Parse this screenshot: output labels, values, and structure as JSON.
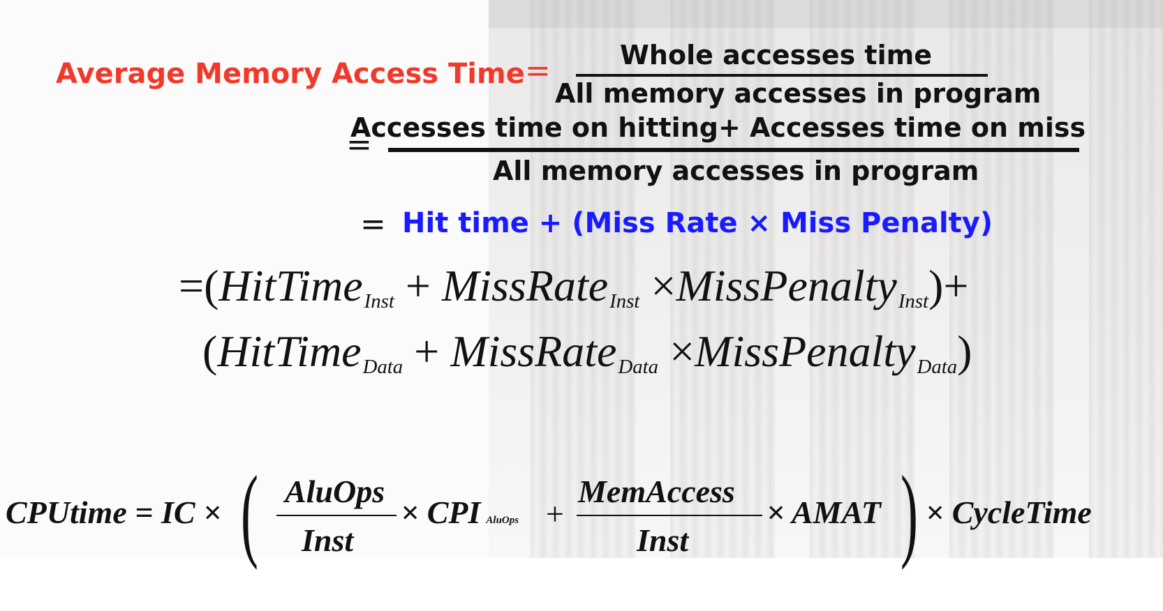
{
  "slide": {
    "amat_label": "Average Memory Access Time",
    "equals": "=",
    "frac1": {
      "numerator": "Whole accesses time",
      "denominator": "All memory accesses in program"
    },
    "frac2": {
      "numerator": "Accesses time on hitting+ Accesses time on miss",
      "denominator": "All memory accesses in program"
    },
    "line3": {
      "equals": "=",
      "text": "Hit time + (Miss Rate × Miss Penalty)"
    },
    "eq4": {
      "row1": {
        "lead": "=(",
        "t1": "HitTime",
        "s1": "Inst",
        "plus": "+",
        "t2": "MissRate",
        "s2": "Inst",
        "times": "×",
        "t3": "MissPenalty",
        "s3": "Inst",
        "tail": ")+"
      },
      "row2": {
        "lead": "(",
        "t1": "HitTime",
        "s1": "Data",
        "plus": "+",
        "t2": "MissRate",
        "s2": "Data",
        "times": "×",
        "t3": "MissPenalty",
        "s3": "Data",
        "tail": ")"
      }
    },
    "cpu": {
      "lhs": "CPUtime = IC ×",
      "frac_a_num": "AluOps",
      "frac_a_den": "Inst",
      "cpi": "× CPI",
      "cpi_sub": "AluOps",
      "plus": "+",
      "frac_b_num": "MemAccess",
      "frac_b_den": "Inst",
      "amat": "× AMAT",
      "tail": "× CycleTime"
    },
    "colors": {
      "red": "#f0392b",
      "blue": "#1a1aff",
      "black": "#111111"
    }
  }
}
